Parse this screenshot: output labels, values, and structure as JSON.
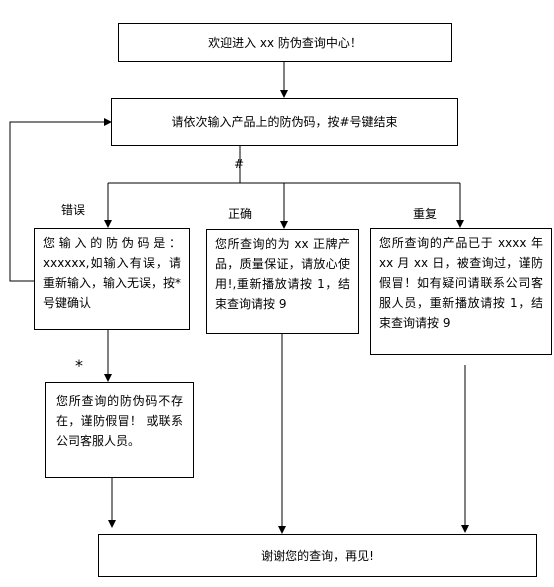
{
  "nodes": {
    "welcome": "欢迎进入 xx 防伪查询中心！",
    "prompt": "请依次输入产品上的防伪码，按#号键结束",
    "error_box": "您输入的防伪码是：xxxxxx,如输入有误，请重新输入，输入无误，按*号键确认",
    "correct_box": "您所查询的为 xx 正牌产品，质量保证，请放心使用!,重新播放请按 1，结束查询请按 9",
    "repeat_box": "您所查询的产品已于 xxxx 年 xx 月 xx 日，被查询过，谨防假冒！如有疑问请联系公司客服人员，重新播放请按 1，结束查询请按 9",
    "not_exist_box": "您所查询的防伪码不存在，谨防假冒！ 或联系公司客服人员。",
    "thanks": "谢谢您的查询，再见!"
  },
  "edge_labels": {
    "hash": "#",
    "error": "错误",
    "correct": "正确",
    "repeat": "重复",
    "star": "*"
  }
}
